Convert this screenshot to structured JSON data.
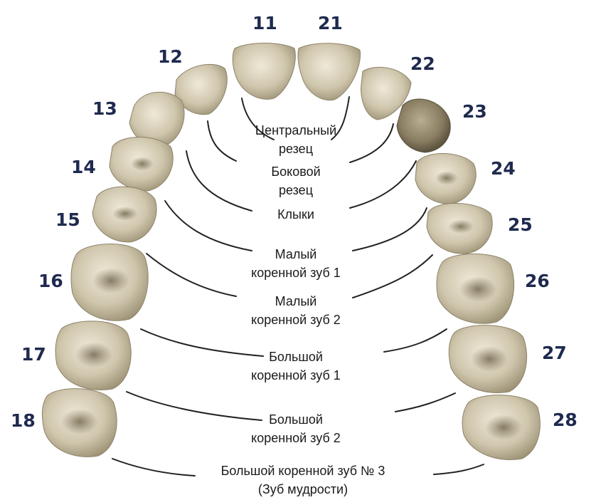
{
  "diagram": {
    "tooth_numbers": {
      "t11": "11",
      "t21": "21",
      "t12": "12",
      "t22": "22",
      "t13": "13",
      "t23": "23",
      "t14": "14",
      "t24": "24",
      "t15": "15",
      "t25": "25",
      "t16": "16",
      "t26": "26",
      "t17": "17",
      "t27": "27",
      "t18": "18",
      "t28": "28"
    },
    "labels": {
      "central_incisor": {
        "line1": "Центральный",
        "line2": "резец"
      },
      "lateral_incisor": {
        "line1": "Боковой",
        "line2": "резец"
      },
      "canines": {
        "line1": "Клыки"
      },
      "premolar_1": {
        "line1": "Малый",
        "line2": "коренной зуб 1"
      },
      "premolar_2": {
        "line1": "Малый",
        "line2": "коренной зуб 2"
      },
      "molar_1": {
        "line1": "Большой",
        "line2": "коренной зуб 1"
      },
      "molar_2": {
        "line1": "Большой",
        "line2": "коренной зуб 2"
      },
      "molar_3": {
        "line1": "Большой коренной зуб № 3",
        "line2": "(Зуб мудрости)"
      }
    },
    "colors": {
      "tooth_fill": "#cfc6ad",
      "tooth_dark": "#8a7e62",
      "tooth_light": "#ece6d4",
      "line": "#222222",
      "number": "#1f2a4f"
    }
  }
}
